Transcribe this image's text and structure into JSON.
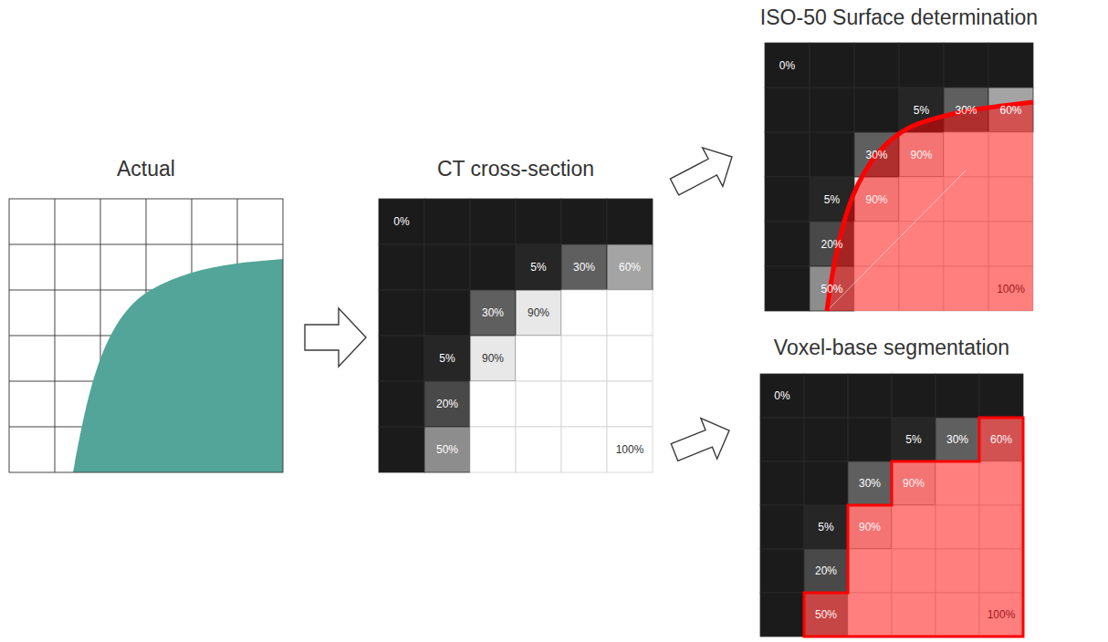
{
  "diagram": {
    "nodes": [
      {
        "text": [
          "Actual"
        ]
      },
      {
        "text": [
          "CT cross-section"
        ]
      },
      {
        "text": [
          "ISO-50 Surface determination"
        ]
      },
      {
        "text": [
          "Voxel-base segmentation"
        ]
      }
    ],
    "edges": [
      {
        "from": 0,
        "to": 1,
        "arrow": "to"
      },
      {
        "from": 1,
        "to": 2,
        "arrow": "to"
      },
      {
        "from": 1,
        "to": 3,
        "arrow": "to"
      }
    ],
    "labels": [
      "0%",
      "5%",
      "30%",
      "60%",
      "30%",
      "90%",
      "5%",
      "90%",
      "20%",
      "50%",
      "100%",
      "0%",
      "5%",
      "30%",
      "60%",
      "30%",
      "90%",
      "5%",
      "90%",
      "20%",
      "50%",
      "100%",
      "0%",
      "5%",
      "30%",
      "60%",
      "30%",
      "90%",
      "5%",
      "90%",
      "20%",
      "50%",
      "100%"
    ]
  }
}
